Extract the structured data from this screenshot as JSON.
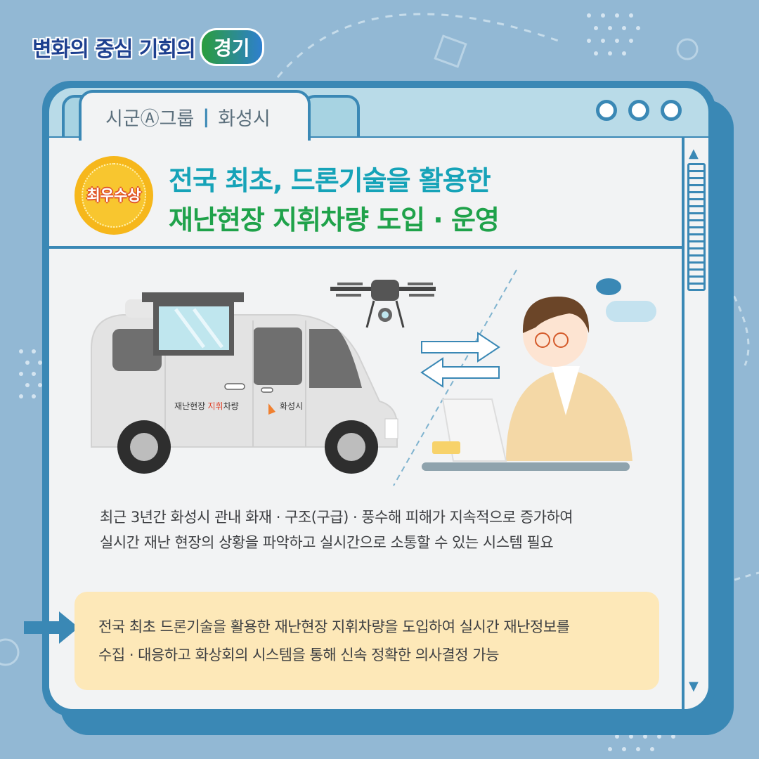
{
  "logo": {
    "slogan": "변화의 중심 기회의",
    "badge": "경기"
  },
  "tab": {
    "group": "시군Ⓐ그룹",
    "separator": "|",
    "city": "화성시"
  },
  "award": {
    "label": "최우수상"
  },
  "title": {
    "line1": "전국 최초, 드론기술을 활용한",
    "line2": "재난현장 지휘차량 도입 · 운영"
  },
  "illustration": {
    "van_label_prefix": "재난현장 ",
    "van_label_highlight": "지휘",
    "van_label_suffix": "차량",
    "van_logo_text": "화성시"
  },
  "body": {
    "line1": "최근 3년간 화성시 관내 화재 · 구조(구급) · 풍수해 피해가 지속적으로 증가하여",
    "line2": "실시간 재난 현장의 상황을 파악하고 실시간으로 소통할 수 있는 시스템 필요"
  },
  "note": {
    "line1": "전국 최초 드론기술을 활용한 재난현장 지휘차량을 도입하여 실시간 재난정보를",
    "line2": "수집 · 대응하고 화상회의 시스템을 통해 신속 정확한 의사결정 가능"
  },
  "colors": {
    "frame": "#3a88b5",
    "title1": "#16a3b8",
    "title2": "#1fa24a",
    "note_bg": "#fde8b8",
    "medal": "#f6b71b"
  },
  "icons": [
    "window-dot-icon",
    "scroll-up-icon",
    "scroll-down-icon",
    "arrow-right-icon",
    "drone-icon",
    "van-icon",
    "person-icon"
  ]
}
